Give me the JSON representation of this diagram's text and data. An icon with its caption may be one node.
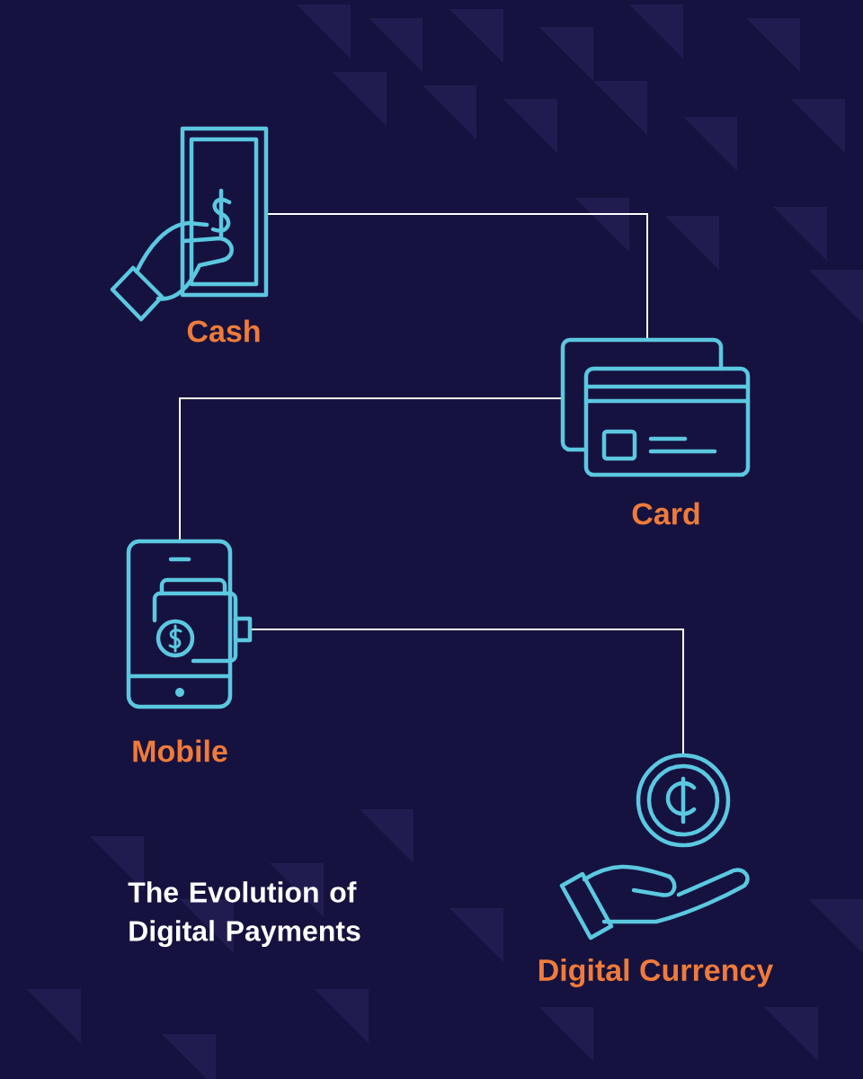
{
  "diagram": {
    "title": "The Evolution of Digital Payments",
    "nodes": [
      {
        "text": [
          "Cash"
        ]
      },
      {
        "text": [
          "Card"
        ]
      },
      {
        "text": [
          "Mobile"
        ]
      },
      {
        "text": [
          "Digital Currency"
        ]
      }
    ],
    "edges": [
      {
        "from": 0,
        "to": 1,
        "arrow": "none"
      },
      {
        "from": 1,
        "to": 2,
        "arrow": "none"
      },
      {
        "from": 2,
        "to": 3,
        "arrow": "none"
      }
    ]
  }
}
